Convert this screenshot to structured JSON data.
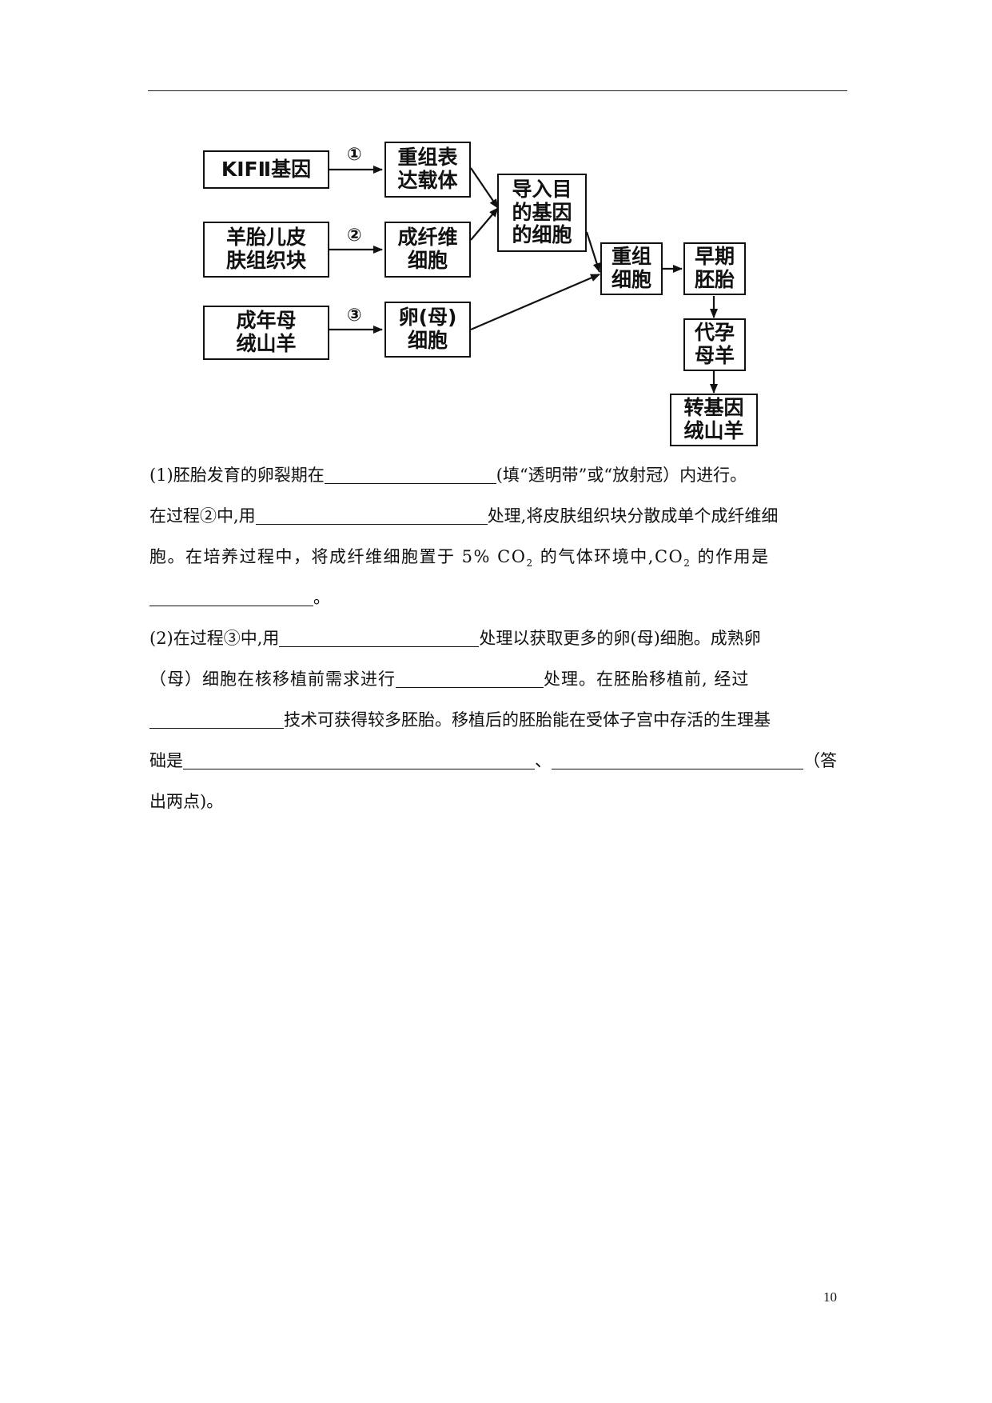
{
  "diagram": {
    "nodes": {
      "kif_gene": "KIFⅡ基因",
      "recombinant_vector": "重组表\n达载体",
      "sheep_fetal_skin": "羊胎儿皮\n肤组织块",
      "fibroblast": "成纤维\n细胞",
      "adult_female_goat": "成年母\n绒山羊",
      "oocyte": "卵(母)\n细胞",
      "transfected_cell": "导入目\n的基因\n的细胞",
      "recombinant_cell": "重组\n细胞",
      "early_embryo": "早期\n胚胎",
      "surrogate_mother": "代孕\n母羊",
      "transgenic_goat": "转基因\n绒山羊"
    },
    "steps": [
      "①",
      "②",
      "③"
    ]
  },
  "questions": {
    "q1_a": "(1)胚胎发育的卵裂期在",
    "q1_b": "(填“透明带”或“放射冠）内进行。",
    "q1_c": "在过程②中,用",
    "q1_d": "处理,将皮肤组织块分散成单个成纤维细",
    "q1_e": "胞。在培养过程中，将成纤维细胞置于 5% CO",
    "q1_f": "的气体环境中,CO",
    "q1_g": "的作用是",
    "q1_h": "。",
    "q2_a": "(2)在过程③中,用",
    "q2_b": "处理以获取更多的卵(母)细胞。成熟卵",
    "q2_c": "（母）细胞在核移植前需求进行",
    "q2_d": "处理。在胚胎移植前, 经过",
    "q2_e": "技术可获得较多胚胎。移植后的胚胎能在受体子宫中存活的生理基",
    "q2_f": "础是",
    "q2_g": "、",
    "q2_h": "（答",
    "q2_i": "出两点)。",
    "subscript": "2"
  },
  "page_number": "10"
}
